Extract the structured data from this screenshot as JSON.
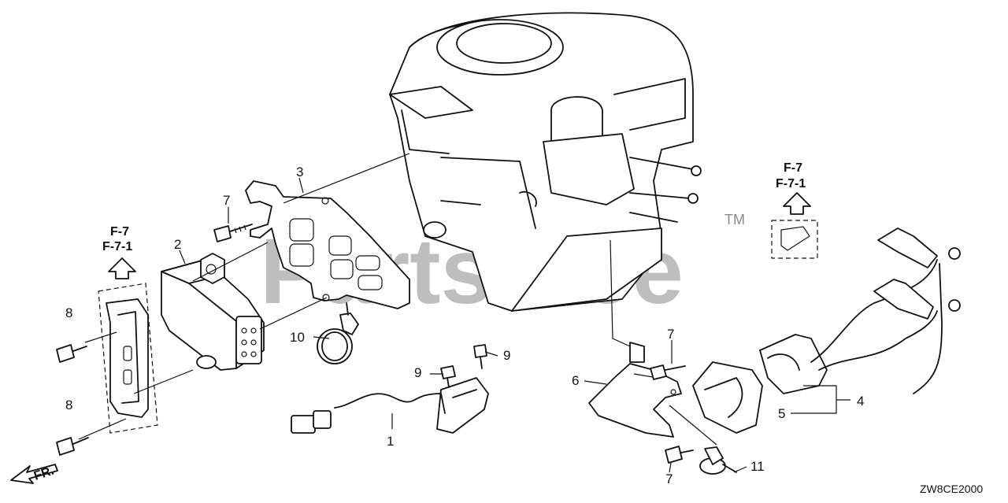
{
  "watermark": {
    "text": "PartsTree",
    "trademark": "TM"
  },
  "callouts": [
    {
      "id": "c1",
      "label": "1"
    },
    {
      "id": "c2",
      "label": "2"
    },
    {
      "id": "c3",
      "label": "3"
    },
    {
      "id": "c4",
      "label": "4"
    },
    {
      "id": "c5",
      "label": "5"
    },
    {
      "id": "c6",
      "label": "6"
    },
    {
      "id": "c7a",
      "label": "7"
    },
    {
      "id": "c7b",
      "label": "7"
    },
    {
      "id": "c7c",
      "label": "7"
    },
    {
      "id": "c8a",
      "label": "8"
    },
    {
      "id": "c8b",
      "label": "8"
    },
    {
      "id": "c9a",
      "label": "9"
    },
    {
      "id": "c9b",
      "label": "9"
    },
    {
      "id": "c10",
      "label": "10"
    },
    {
      "id": "c11",
      "label": "11"
    }
  ],
  "references": {
    "left": {
      "line1": "F-7",
      "line2": "F-7-1"
    },
    "right": {
      "line1": "F-7",
      "line2": "F-7-1"
    }
  },
  "front_indicator": "FR.",
  "diagram_code": "ZW8CE2000"
}
